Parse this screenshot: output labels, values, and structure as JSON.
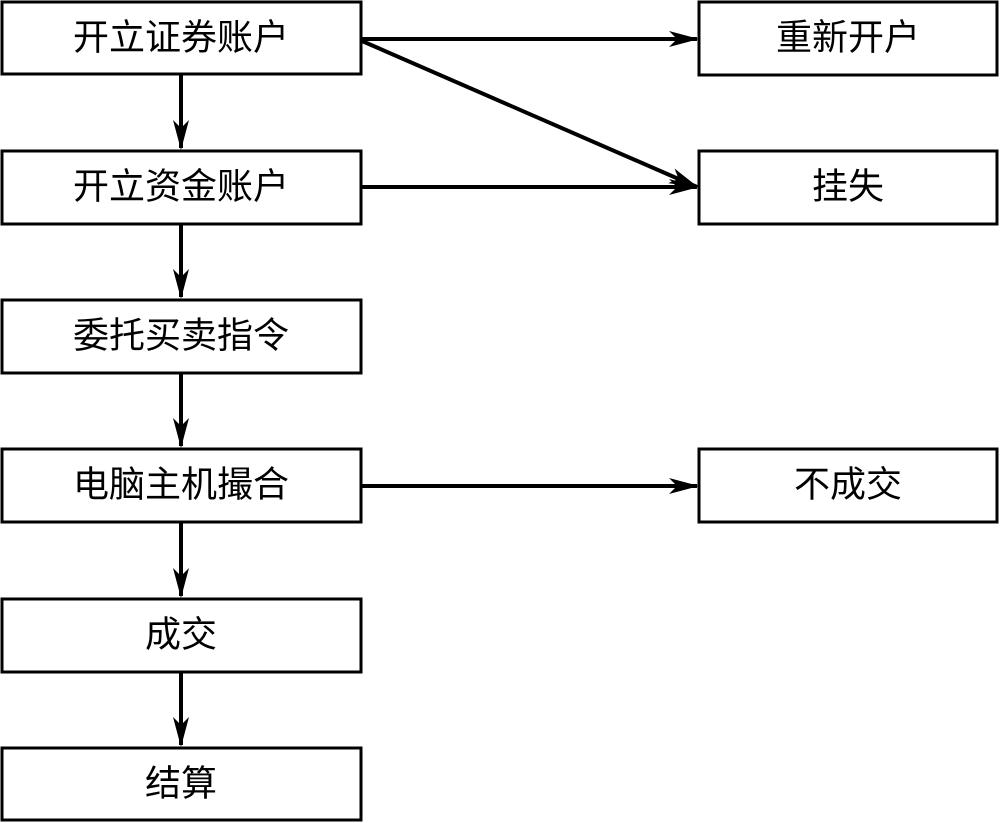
{
  "nodes": {
    "open_securities_account": "开立证券账户",
    "open_fund_account": "开立资金账户",
    "entrust_order": "委托买卖指令",
    "computer_matching": "电脑主机撮合",
    "deal": "成交",
    "settlement": "结算",
    "reopen_account": "重新开户",
    "report_loss": "挂失",
    "no_deal": "不成交"
  },
  "edges": [
    {
      "from": "open_securities_account",
      "to": "open_fund_account"
    },
    {
      "from": "open_fund_account",
      "to": "entrust_order"
    },
    {
      "from": "entrust_order",
      "to": "computer_matching"
    },
    {
      "from": "computer_matching",
      "to": "deal"
    },
    {
      "from": "deal",
      "to": "settlement"
    },
    {
      "from": "open_securities_account",
      "to": "reopen_account"
    },
    {
      "from": "open_securities_account",
      "to": "report_loss"
    },
    {
      "from": "open_fund_account",
      "to": "report_loss"
    },
    {
      "from": "computer_matching",
      "to": "no_deal"
    }
  ]
}
